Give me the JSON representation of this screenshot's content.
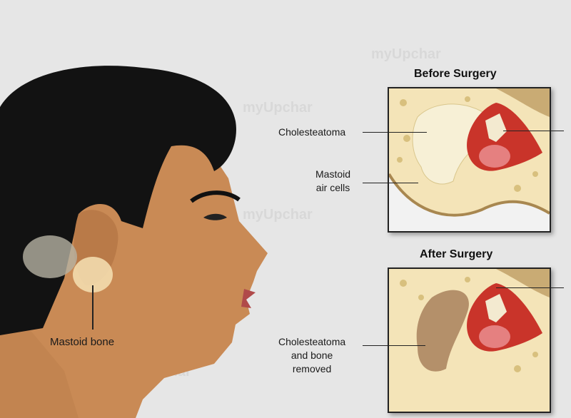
{
  "watermark": "myUpchar",
  "head": {
    "label_mastoid_bone": "Mastoid bone"
  },
  "before": {
    "title": "Before Surgery",
    "label_cholesteatoma": "Cholesteatoma",
    "label_mastoid_line1": "Mastoid",
    "label_mastoid_line2": "air cells"
  },
  "after": {
    "title": "After Surgery",
    "label_removed_line1": "Cholesteatoma",
    "label_removed_line2": "and bone",
    "label_removed_line3": "removed"
  },
  "colors": {
    "skin": "#c98a55",
    "bone": "#f3e2b3",
    "tissue": "#c9342a",
    "background": "#e6e6e6"
  }
}
